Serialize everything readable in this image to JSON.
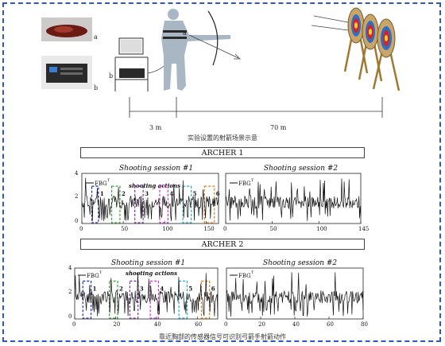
{
  "scene": {
    "device_labels": [
      "a",
      "b"
    ],
    "sensor_labels": [
      "a",
      "b"
    ],
    "distances": [
      "3 m",
      "70 m"
    ],
    "caption": "实验设置的射箭场景示意"
  },
  "colors": {
    "frame": "#2e57c6",
    "signal": "#111111",
    "actions": [
      "#1f2fb8",
      "#2ca02c",
      "#7b2aa8",
      "#d42ad4",
      "#1aa6d9",
      "#e07a1a"
    ]
  },
  "archers": [
    {
      "title": "ARCHER 1",
      "sessions": [
        {
          "title": "Shooting session #1",
          "legend": "FBG",
          "legend_sup": "T",
          "annotation": "shooting actions",
          "x_ticks": [
            "0",
            "50",
            "100",
            "150"
          ],
          "y_ticks": [
            "0",
            "2",
            "4"
          ],
          "x_max": 165,
          "action_numbers": [
            "1",
            "2",
            "3",
            "4",
            "5",
            "6"
          ]
        },
        {
          "title": "Shooting session #2",
          "legend": "FBG",
          "legend_sup": "T",
          "x_ticks": [
            "0",
            "50",
            "100",
            "145"
          ],
          "x_max": 145
        }
      ]
    },
    {
      "title": "ARCHER 2",
      "sessions": [
        {
          "title": "Shooting session #1",
          "legend": "FBG",
          "legend_sup": "T",
          "annotation": "shooting actions",
          "x_ticks": [
            "0",
            "20",
            "40",
            "60"
          ],
          "y_ticks": [
            "0",
            "2",
            "4"
          ],
          "x_max": 70,
          "action_numbers": [
            "1",
            "2",
            "3",
            "4",
            "5",
            "6"
          ]
        },
        {
          "title": "Shooting session #2",
          "legend": "FBG",
          "legend_sup": "T",
          "x_ticks": [
            "0",
            "20",
            "40",
            "60",
            "80"
          ],
          "x_max": 80
        }
      ]
    }
  ],
  "footer_caption": "靠近胸部的传感器信号可识别弓箭手射箭动作"
}
